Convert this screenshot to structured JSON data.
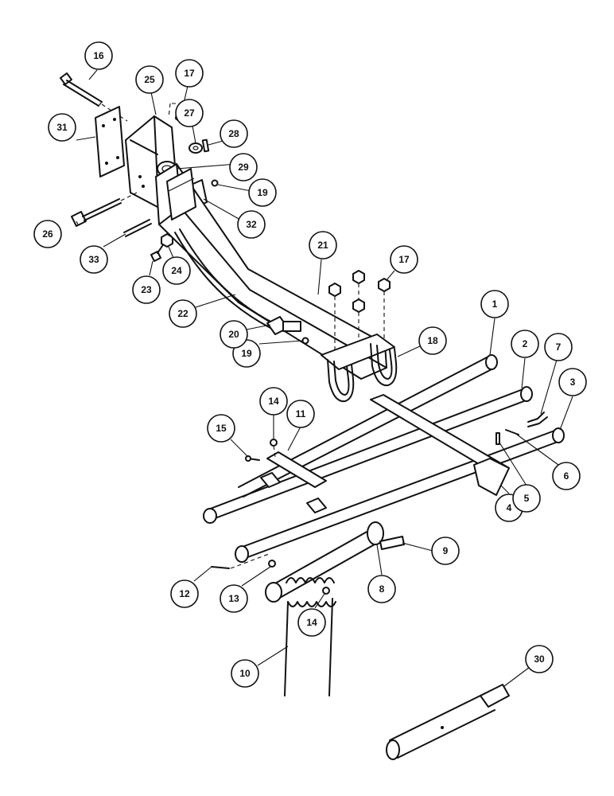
{
  "callouts": [
    {
      "id": "c1",
      "label": "1"
    },
    {
      "id": "c2",
      "label": "2"
    },
    {
      "id": "c3",
      "label": "3"
    },
    {
      "id": "c4",
      "label": "4"
    },
    {
      "id": "c5",
      "label": "5"
    },
    {
      "id": "c6",
      "label": "6"
    },
    {
      "id": "c7",
      "label": "7"
    },
    {
      "id": "c8",
      "label": "8"
    },
    {
      "id": "c9",
      "label": "9"
    },
    {
      "id": "c10",
      "label": "10"
    },
    {
      "id": "c11",
      "label": "11"
    },
    {
      "id": "c12",
      "label": "12"
    },
    {
      "id": "c13",
      "label": "13"
    },
    {
      "id": "c14a",
      "label": "14"
    },
    {
      "id": "c14b",
      "label": "14"
    },
    {
      "id": "c15",
      "label": "15"
    },
    {
      "id": "c16",
      "label": "16"
    },
    {
      "id": "c17a",
      "label": "17"
    },
    {
      "id": "c17b",
      "label": "17"
    },
    {
      "id": "c18",
      "label": "18"
    },
    {
      "id": "c19a",
      "label": "19"
    },
    {
      "id": "c19b",
      "label": "19"
    },
    {
      "id": "c20",
      "label": "20"
    },
    {
      "id": "c21",
      "label": "21"
    },
    {
      "id": "c22",
      "label": "22"
    },
    {
      "id": "c23",
      "label": "23"
    },
    {
      "id": "c24",
      "label": "24"
    },
    {
      "id": "c25",
      "label": "25"
    },
    {
      "id": "c26",
      "label": "26"
    },
    {
      "id": "c27",
      "label": "27"
    },
    {
      "id": "c28",
      "label": "28"
    },
    {
      "id": "c29",
      "label": "29"
    },
    {
      "id": "c30",
      "label": "30"
    },
    {
      "id": "c31",
      "label": "31"
    },
    {
      "id": "c32",
      "label": "32"
    },
    {
      "id": "c33",
      "label": "33"
    }
  ]
}
